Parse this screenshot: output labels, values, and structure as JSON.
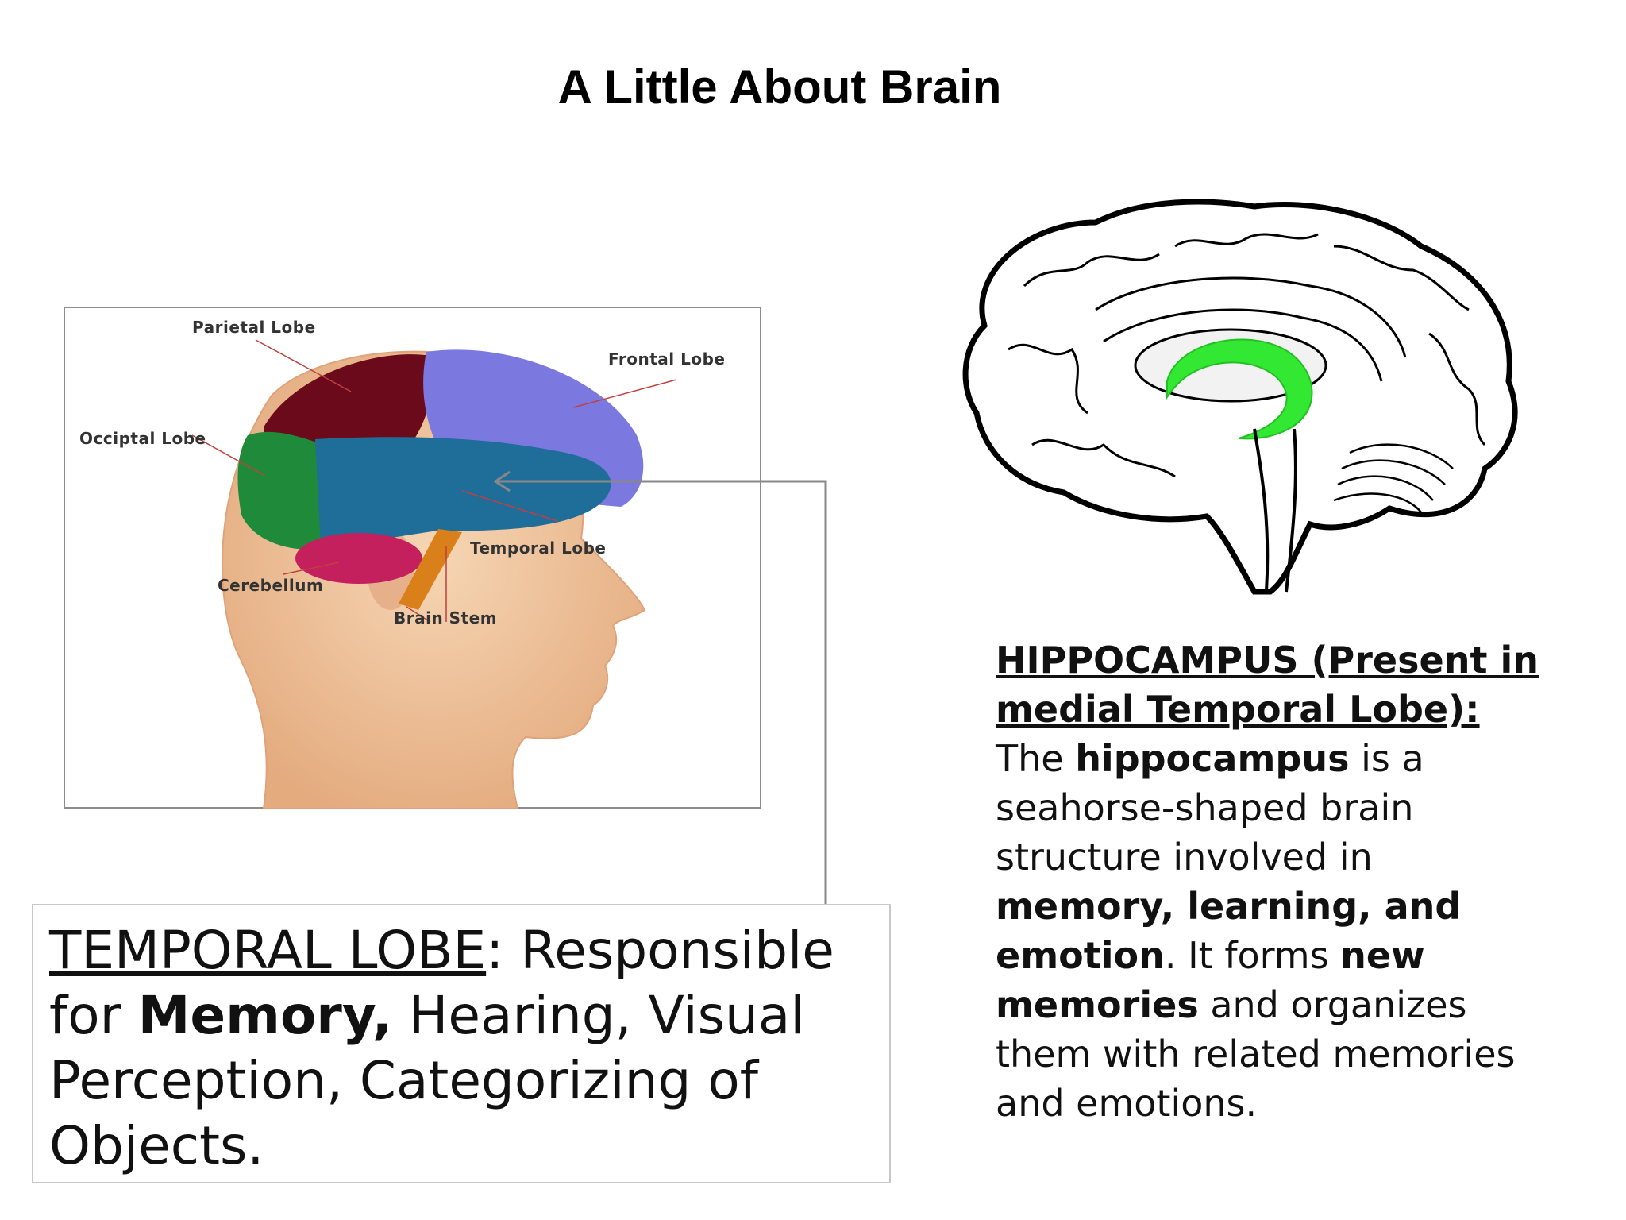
{
  "title": "A Little About Brain",
  "head_diagram": {
    "labels": {
      "parietal": "Parietal Lobe",
      "frontal": "Frontal Lobe",
      "occipital": "Occiptal Lobe",
      "temporal": "Temporal Lobe",
      "cerebellum": "Cerebellum",
      "brain_stem": "Brain Stem"
    },
    "colors": {
      "parietal": "#6b0a1a",
      "frontal": "#7b78e0",
      "occipital": "#1e8a3a",
      "temporal": "#1f6e9a",
      "cerebellum": "#c4205e",
      "brain_stem": "#d9801a",
      "skin": "#f3c9a0"
    }
  },
  "temporal_box": {
    "term": "TEMPORAL LOBE",
    "text_before": ":  Responsible for ",
    "emphasis": "Memory,",
    "text_after": " Hearing, Visual Perception, Categorizing of Objects."
  },
  "hippocampus": {
    "heading": "HIPPOCAMPUS (Present in medial Temporal Lobe):",
    "p1": "The ",
    "b1": "hippocampus",
    "p2": " is a seahorse-shaped brain structure involved in ",
    "b2": "memory, learning, and emotion",
    "p3": ". It forms ",
    "b3": "new memories",
    "p4": " and organizes them with related memories and emotions.",
    "highlight_color": "#33e833"
  }
}
